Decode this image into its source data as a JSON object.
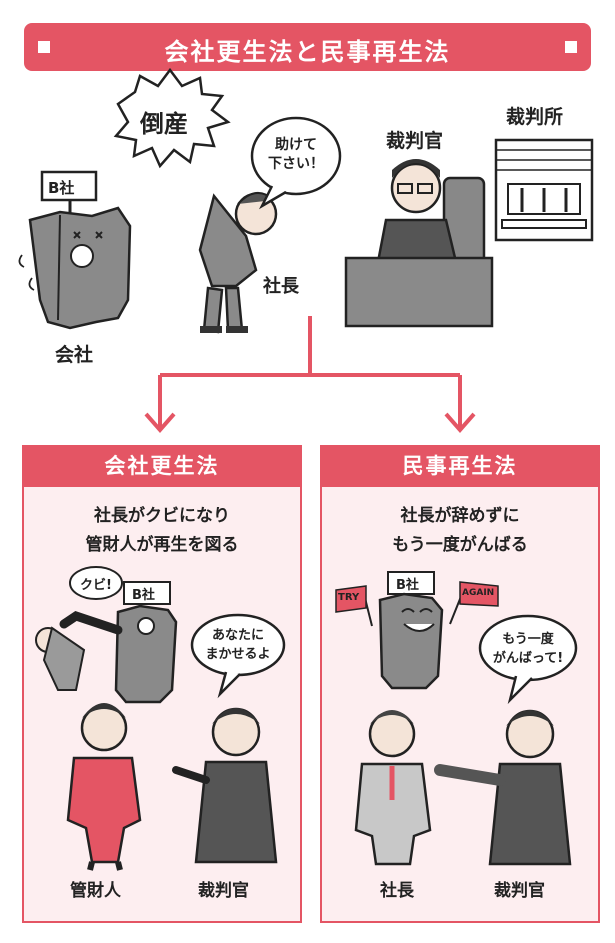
{
  "header": {
    "title": "会社更生法と民事再生法"
  },
  "top": {
    "bankruptcy": "倒産",
    "company_sign": "B社",
    "company_label": "会社",
    "president_speech": "助けて\n下さい！",
    "president_label": "社長",
    "judge_label": "裁判官",
    "court_label": "裁判所"
  },
  "left_panel": {
    "title": "会社更生法",
    "desc_line1": "社長がクビになり",
    "desc_line2": "管財人が再生を図る",
    "fired_bubble": "クビ!",
    "company_sign": "B社",
    "judge_speech": "あなたに\nまかせるよ",
    "trustee_label": "管財人",
    "judge_label": "裁判官"
  },
  "right_panel": {
    "title": "民事再生法",
    "desc_line1": "社長が辞めずに",
    "desc_line2": "もう一度がんばる",
    "company_sign": "B社",
    "flag_left": "TRY",
    "flag_right": "AGAIN",
    "judge_speech": "もう一度\nがんばって!",
    "president_label": "社長",
    "judge_label": "裁判官"
  },
  "colors": {
    "accent": "#e45564",
    "panel_bg": "#fdeef0",
    "gray": "#8a8a8a"
  }
}
